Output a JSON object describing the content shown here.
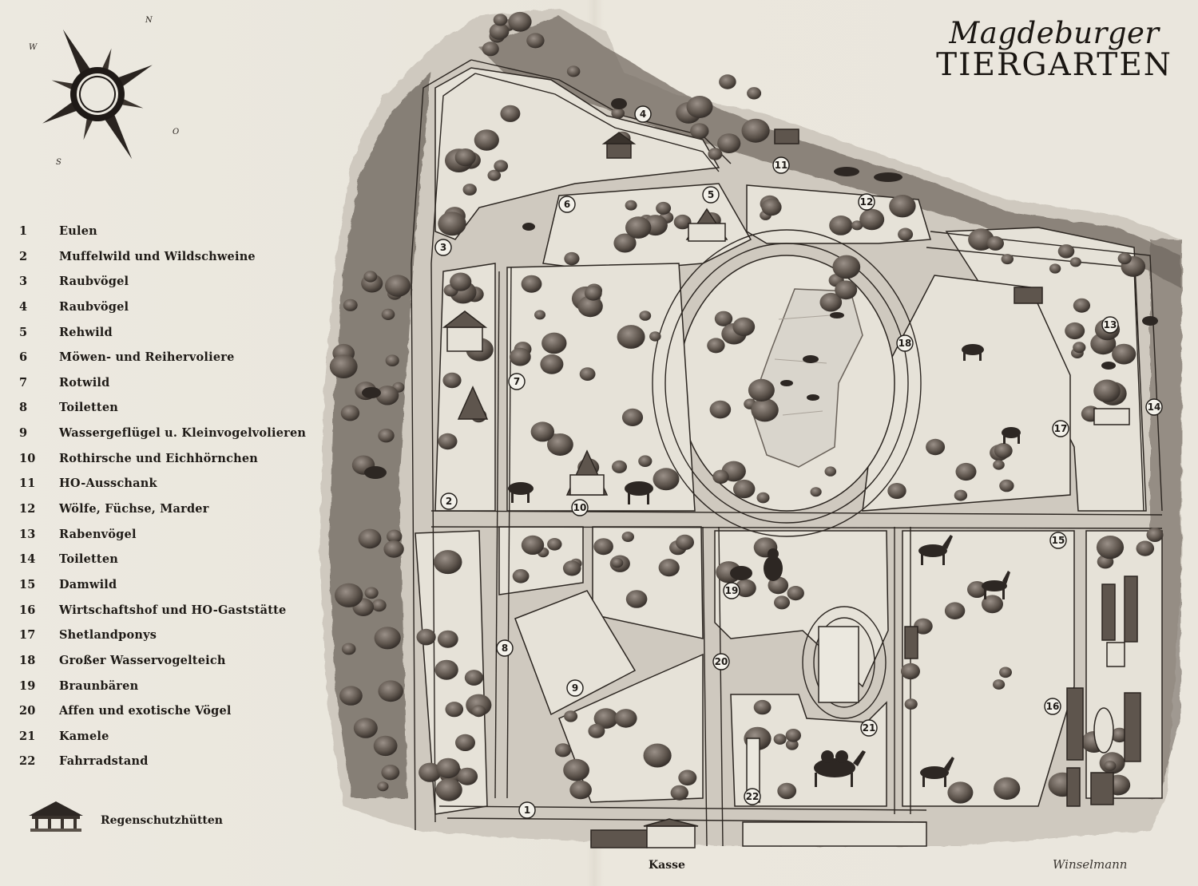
{
  "title": {
    "subtitle": "Magdeburger",
    "main": "TIERGARTEN"
  },
  "compass": {
    "n": "N",
    "o": "O",
    "s": "S",
    "w": "W"
  },
  "legend": [
    {
      "num": "1",
      "label": "Eulen"
    },
    {
      "num": "2",
      "label": "Muffelwild und Wildschweine"
    },
    {
      "num": "3",
      "label": "Raubvögel"
    },
    {
      "num": "4",
      "label": "Raubvögel"
    },
    {
      "num": "5",
      "label": "Rehwild"
    },
    {
      "num": "6",
      "label": "Möwen- und Reihervoliere"
    },
    {
      "num": "7",
      "label": "Rotwild"
    },
    {
      "num": "8",
      "label": "Toiletten"
    },
    {
      "num": "9",
      "label": "Wassergeflügel u. Kleinvogelvolieren"
    },
    {
      "num": "10",
      "label": "Rothirsche und Eichhörnchen"
    },
    {
      "num": "11",
      "label": "HO-Ausschank"
    },
    {
      "num": "12",
      "label": "Wölfe, Füchse, Marder"
    },
    {
      "num": "13",
      "label": "Rabenvögel"
    },
    {
      "num": "14",
      "label": "Toiletten"
    },
    {
      "num": "15",
      "label": "Damwild"
    },
    {
      "num": "16",
      "label": "Wirtschaftshof und HO-Gaststätte"
    },
    {
      "num": "17",
      "label": "Shetlandponys"
    },
    {
      "num": "18",
      "label": "Großer Wasservogelteich"
    },
    {
      "num": "19",
      "label": "Braunbären"
    },
    {
      "num": "20",
      "label": "Affen und exotische Vögel"
    },
    {
      "num": "21",
      "label": "Kamele"
    },
    {
      "num": "22",
      "label": "Fahrradstand"
    }
  ],
  "rain_shelter_label": "Regenschutzhütten",
  "entrance_label": "Kasse",
  "signature": "Winselmann",
  "markers": [
    {
      "num": "1"
    },
    {
      "num": "2"
    },
    {
      "num": "3"
    },
    {
      "num": "4"
    },
    {
      "num": "5"
    },
    {
      "num": "6"
    },
    {
      "num": "7"
    },
    {
      "num": "8"
    },
    {
      "num": "9"
    },
    {
      "num": "10"
    },
    {
      "num": "11"
    },
    {
      "num": "12"
    },
    {
      "num": "13"
    },
    {
      "num": "14"
    },
    {
      "num": "15"
    },
    {
      "num": "16"
    },
    {
      "num": "17"
    },
    {
      "num": "18"
    },
    {
      "num": "19"
    },
    {
      "num": "20"
    },
    {
      "num": "21"
    },
    {
      "num": "22"
    }
  ],
  "colors": {
    "paper": "#ebe8df",
    "ink": "#1e1a16",
    "foliage": "#6b625a",
    "path": "#f1efe9"
  }
}
